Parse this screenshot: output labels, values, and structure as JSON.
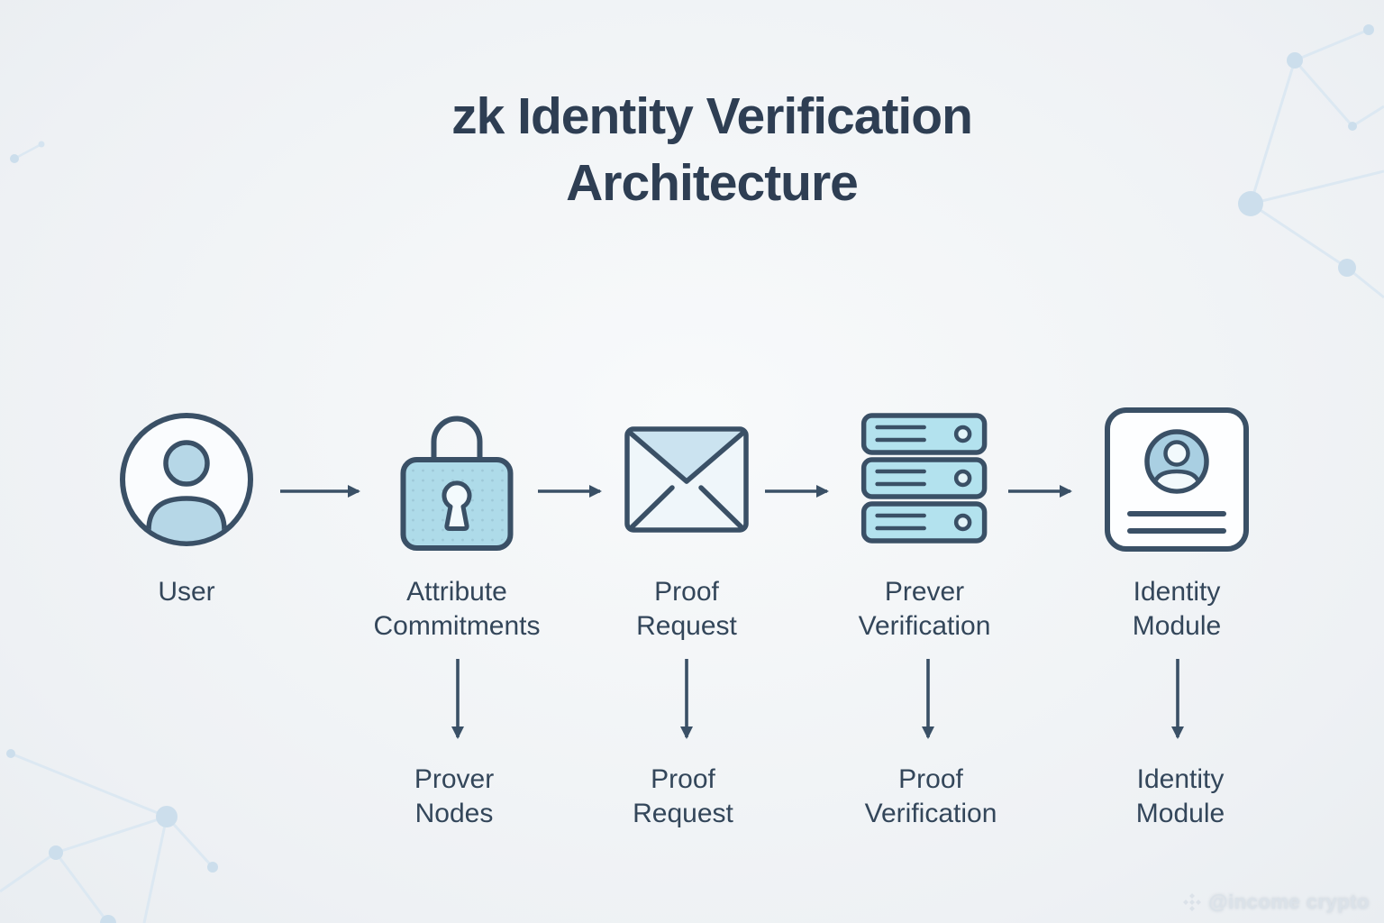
{
  "title": "zk Identity Verification\nArchitecture",
  "flow": {
    "nodes": [
      {
        "id": "user",
        "icon": "user-icon",
        "label": "User"
      },
      {
        "id": "attribute-commitments",
        "icon": "padlock-icon",
        "label": "Attribute\nCommitments",
        "sub_label": "Prover\nNodes"
      },
      {
        "id": "proof-request",
        "icon": "envelope-icon",
        "label": "Proof\nRequest",
        "sub_label": "Proof\nRequest"
      },
      {
        "id": "prever-verification",
        "icon": "server-stack-icon",
        "label": "Prever\nVerification",
        "sub_label": "Proof\nVerification"
      },
      {
        "id": "identity-module",
        "icon": "id-card-icon",
        "label": "Identity\nModule",
        "sub_label": "Identity\nModule"
      }
    ]
  },
  "watermark": {
    "icon": "diamond-logo-icon",
    "text": "@income crypto"
  },
  "colors": {
    "background": "#f2f5f7",
    "ink": "#33465a",
    "icon_stroke": "#3a5066",
    "icon_fill_blue": "#aedbe9",
    "icon_fill_pale": "#eff6fa",
    "decorative_node": "#ccdeec",
    "decorative_line": "#dce8f2",
    "watermark_text": "#dbe2e9"
  }
}
